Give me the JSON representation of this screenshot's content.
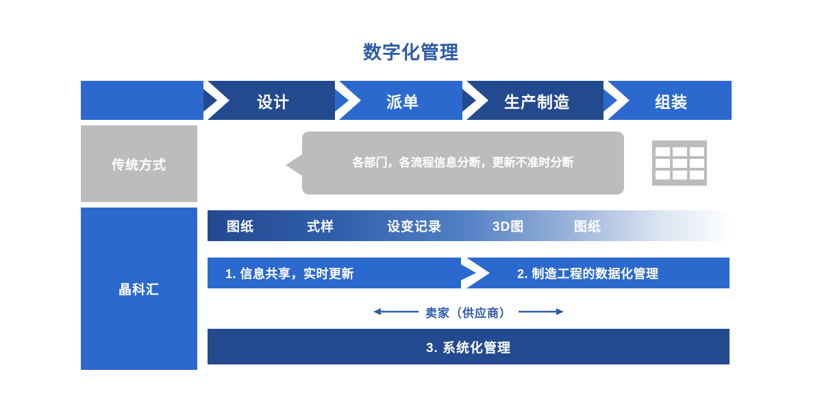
{
  "title": "数字化管理",
  "colors": {
    "title": "#2c5aa8",
    "blue_light": "#2c69ce",
    "blue_dark": "#234a8f",
    "gray": "#bcbcbc",
    "white": "#ffffff"
  },
  "header": {
    "segments": [
      {
        "label": "",
        "tone": "light"
      },
      {
        "label": "设计",
        "tone": "dark"
      },
      {
        "label": "派单",
        "tone": "light"
      },
      {
        "label": "生产制造",
        "tone": "dark"
      },
      {
        "label": "组装",
        "tone": "light"
      }
    ]
  },
  "rows": {
    "traditional": {
      "label": "传统方式",
      "bubble_text": "各部门，各流程信息分断，更新不准时分断",
      "icon": "table-grid-icon"
    },
    "jingkehui": {
      "label": "晶科汇",
      "gradient_tags": [
        "图纸",
        "式样",
        "设变记录",
        "3D图",
        "图纸"
      ],
      "arrow_items": [
        "1. 信息共享，实时更新",
        "2. 制造工程的数据化管理"
      ],
      "supplier_line": "卖家（供应商）",
      "bottom_bar": "3. 系统化管理"
    }
  }
}
